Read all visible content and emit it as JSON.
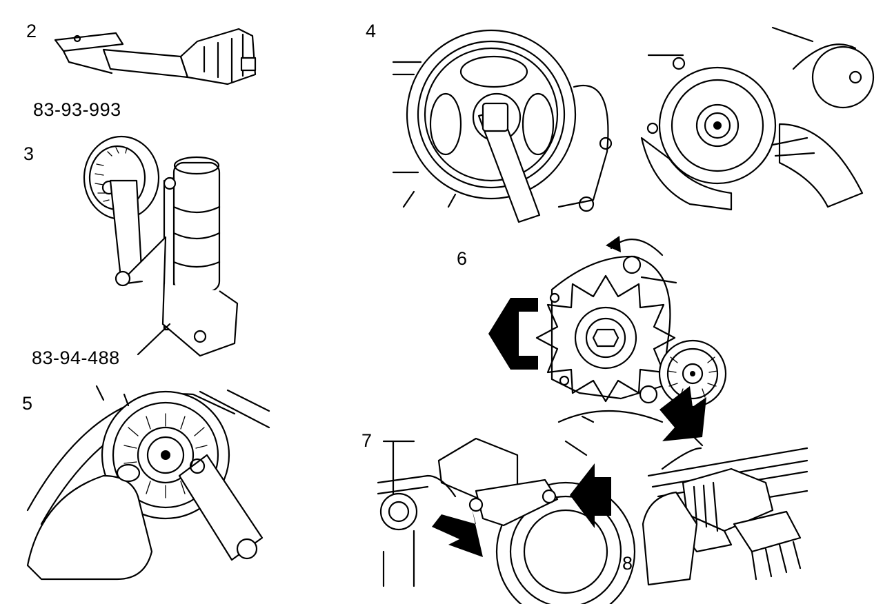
{
  "steps": {
    "s2": "2",
    "s3": "3",
    "s4": "4",
    "s5": "5",
    "s6": "6",
    "s7": "7",
    "s8": "8"
  },
  "parts": {
    "p1": "83-93-993",
    "p2": "83-94-488"
  },
  "colors": {
    "line": "#000000",
    "background": "#ffffff"
  }
}
